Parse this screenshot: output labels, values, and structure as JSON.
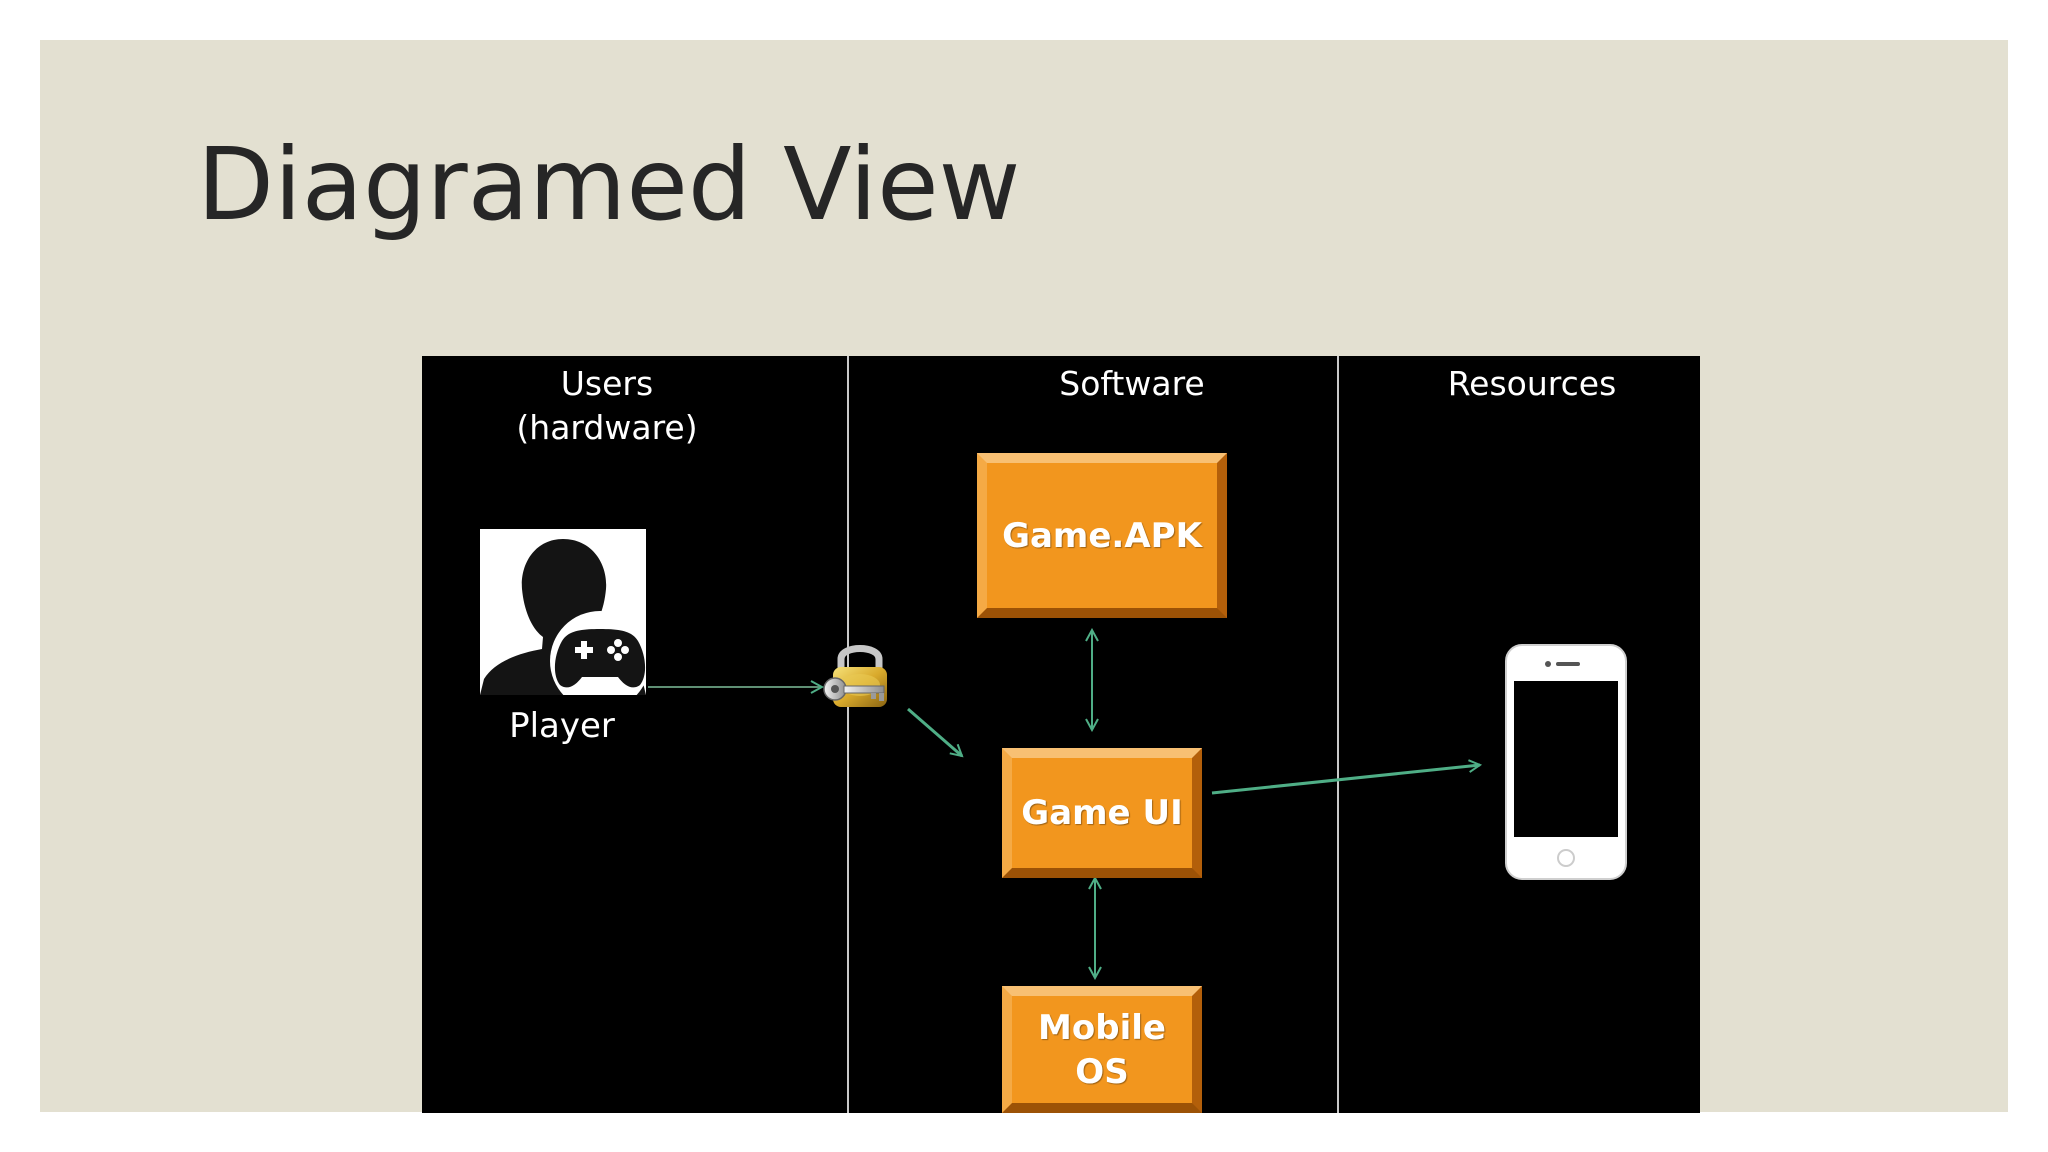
{
  "slide": {
    "title": "Diagramed View",
    "background_color": "#e3e0d1"
  },
  "diagram": {
    "columns": [
      {
        "header": "Users\n(hardware)"
      },
      {
        "header": "Software"
      },
      {
        "header": "Resources"
      }
    ],
    "player": {
      "label": "Player",
      "icon": "player-gamepad-icon"
    },
    "lock": {
      "icon": "padlock-key-icon"
    },
    "phone": {
      "icon": "smartphone-icon"
    },
    "boxes": {
      "apk": "Game.APK",
      "ui": "Game UI",
      "os": "Mobile\nOS"
    },
    "colors": {
      "box_fill": "#f2961e",
      "connector": "#4fae86",
      "background": "#000000"
    }
  }
}
